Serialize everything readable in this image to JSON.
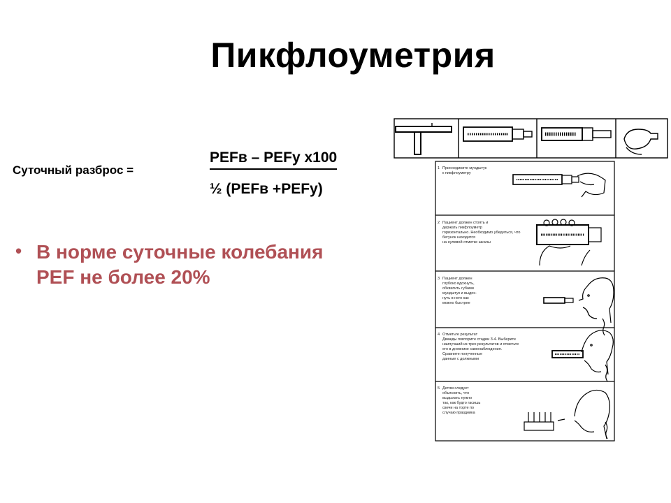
{
  "slide": {
    "title": "Пикфлоуметрия",
    "daily_variation_label": "Суточный разброс =",
    "formula": {
      "numerator": "PEFв – PEFу  х100",
      "denominator": "½ (PEFв +PEFу)"
    },
    "bullet": {
      "line1": "В норме суточные колебания",
      "line2": "PEF не более 20%"
    },
    "colors": {
      "bullet_text": "#b05055",
      "title": "#000000"
    }
  },
  "instructions": {
    "steps": [
      {
        "number": "1",
        "lines": [
          "Присоедините мундштук",
          "к пикфлоуметру"
        ]
      },
      {
        "number": "2",
        "lines": [
          "Пациент должен стоять и",
          "держать пикфлоуметр",
          "горизонтально. Необходимо убедиться, что",
          "бегунок находится",
          "на нулевой отметке шкалы"
        ]
      },
      {
        "number": "3",
        "lines": [
          "Пациент должен",
          "глубоко вдохнуть,",
          "обхватить губами",
          "мундштук и выдох-",
          "нуть в него как",
          "можно быстрее"
        ]
      },
      {
        "number": "4",
        "lines": [
          "Отметьте результат",
          "Дважды повторите стадии 3-4. Выберите",
          "наилучший из трех результатов и отметьте",
          "его в дневнике самонаблюдения.",
          "Сравните полученные",
          "данные с должными"
        ]
      },
      {
        "number": "5",
        "lines": [
          "Детям следует",
          "объяснить, что",
          "выдыхать нужно",
          "так, как будто гасишь",
          "свечи на торте по",
          "случаю праздника"
        ]
      }
    ]
  }
}
